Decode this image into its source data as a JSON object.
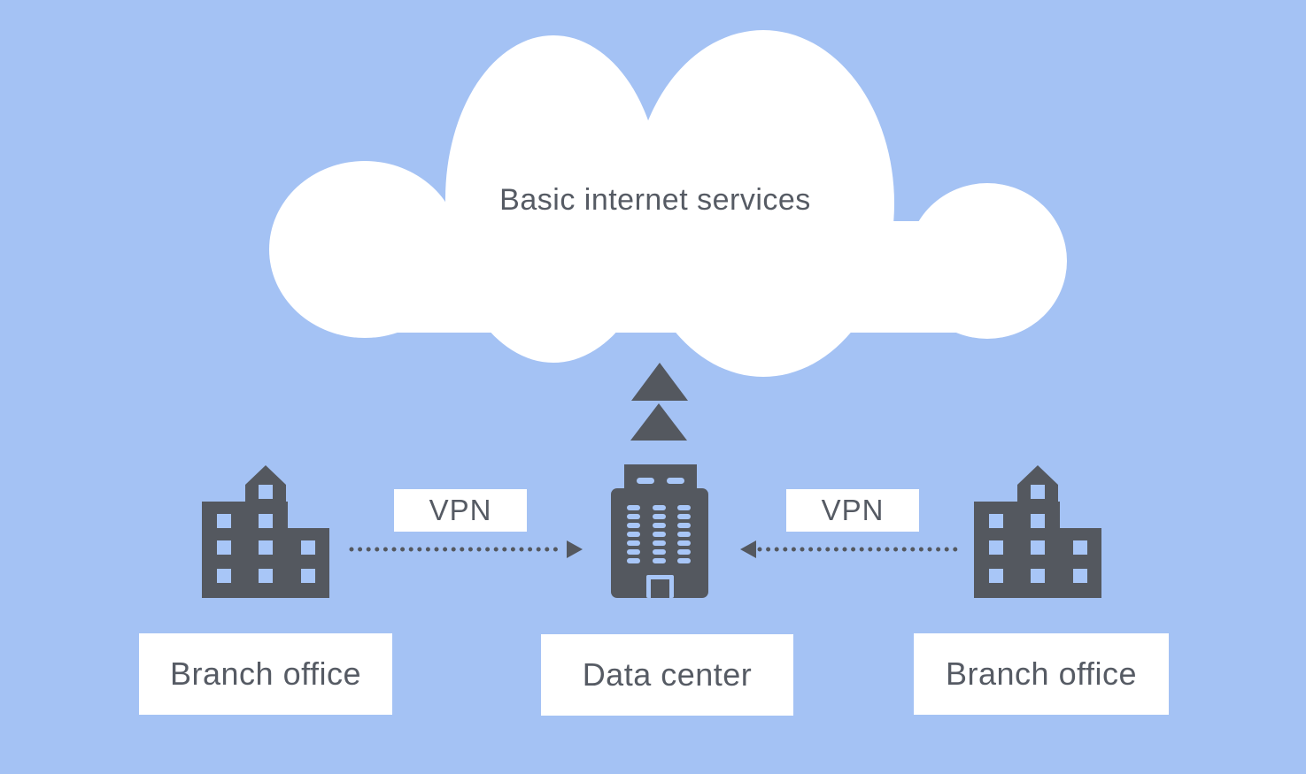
{
  "colors": {
    "background": "#a4c2f4",
    "shape_dark": "#54585f",
    "cloud_fill": "#ffffff",
    "label_background": "#ffffff",
    "text": "#565b64",
    "window_blue": "#a8c6f7"
  },
  "cloud": {
    "label": "Basic internet services",
    "icon": "cloud-icon"
  },
  "uplink": {
    "icon": "double-up-triangles-icon",
    "direction": "up"
  },
  "connections": {
    "left": {
      "label": "VPN",
      "style": "dotted-arrow",
      "direction": "right"
    },
    "right": {
      "label": "VPN",
      "style": "dotted-arrow",
      "direction": "left"
    }
  },
  "nodes": {
    "branch_left": {
      "label": "Branch office",
      "icon": "branch-office-building-icon"
    },
    "data_center": {
      "label": "Data center",
      "icon": "data-center-building-icon"
    },
    "branch_right": {
      "label": "Branch office",
      "icon": "branch-office-building-icon"
    }
  }
}
